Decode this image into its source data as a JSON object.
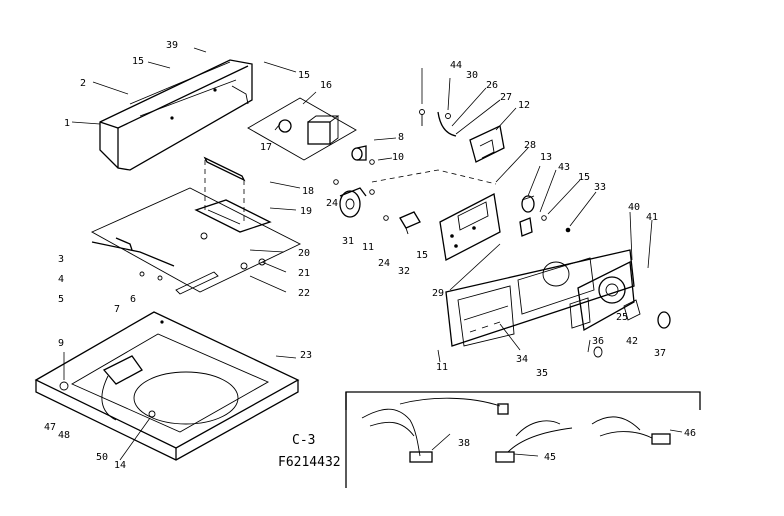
{
  "figure": {
    "caption_line1": "C-3",
    "caption_line2": "F6214432"
  },
  "callouts": [
    {
      "id": "c39",
      "label": "39"
    },
    {
      "id": "c15a",
      "label": "15"
    },
    {
      "id": "c2",
      "label": "2"
    },
    {
      "id": "c1",
      "label": "1"
    },
    {
      "id": "c15b",
      "label": "15"
    },
    {
      "id": "c16",
      "label": "16"
    },
    {
      "id": "c17",
      "label": "17"
    },
    {
      "id": "c44",
      "label": "44"
    },
    {
      "id": "c30",
      "label": "30"
    },
    {
      "id": "c26",
      "label": "26"
    },
    {
      "id": "c27",
      "label": "27"
    },
    {
      "id": "c12",
      "label": "12"
    },
    {
      "id": "c8",
      "label": "8"
    },
    {
      "id": "c10",
      "label": "10"
    },
    {
      "id": "c28",
      "label": "28"
    },
    {
      "id": "c13",
      "label": "13"
    },
    {
      "id": "c43",
      "label": "43"
    },
    {
      "id": "c15c",
      "label": "15"
    },
    {
      "id": "c33",
      "label": "33"
    },
    {
      "id": "c18",
      "label": "18"
    },
    {
      "id": "c19",
      "label": "19"
    },
    {
      "id": "c24a",
      "label": "24"
    },
    {
      "id": "c31",
      "label": "31"
    },
    {
      "id": "c11a",
      "label": "11"
    },
    {
      "id": "c24b",
      "label": "24"
    },
    {
      "id": "c32",
      "label": "32"
    },
    {
      "id": "c15d",
      "label": "15"
    },
    {
      "id": "c40",
      "label": "40"
    },
    {
      "id": "c41",
      "label": "41"
    },
    {
      "id": "c3",
      "label": "3"
    },
    {
      "id": "c4",
      "label": "4"
    },
    {
      "id": "c5",
      "label": "5"
    },
    {
      "id": "c6",
      "label": "6"
    },
    {
      "id": "c7",
      "label": "7"
    },
    {
      "id": "c20",
      "label": "20"
    },
    {
      "id": "c21",
      "label": "21"
    },
    {
      "id": "c22",
      "label": "22"
    },
    {
      "id": "c29",
      "label": "29"
    },
    {
      "id": "c25",
      "label": "25"
    },
    {
      "id": "c42",
      "label": "42"
    },
    {
      "id": "c37",
      "label": "37"
    },
    {
      "id": "c36",
      "label": "36"
    },
    {
      "id": "c34",
      "label": "34"
    },
    {
      "id": "c35",
      "label": "35"
    },
    {
      "id": "c9",
      "label": "9"
    },
    {
      "id": "c23",
      "label": "23"
    },
    {
      "id": "c11b",
      "label": "11"
    },
    {
      "id": "c47",
      "label": "47"
    },
    {
      "id": "c48",
      "label": "48"
    },
    {
      "id": "c50",
      "label": "50"
    },
    {
      "id": "c14",
      "label": "14"
    },
    {
      "id": "c38",
      "label": "38"
    },
    {
      "id": "c45",
      "label": "45"
    },
    {
      "id": "c46",
      "label": "46"
    }
  ]
}
